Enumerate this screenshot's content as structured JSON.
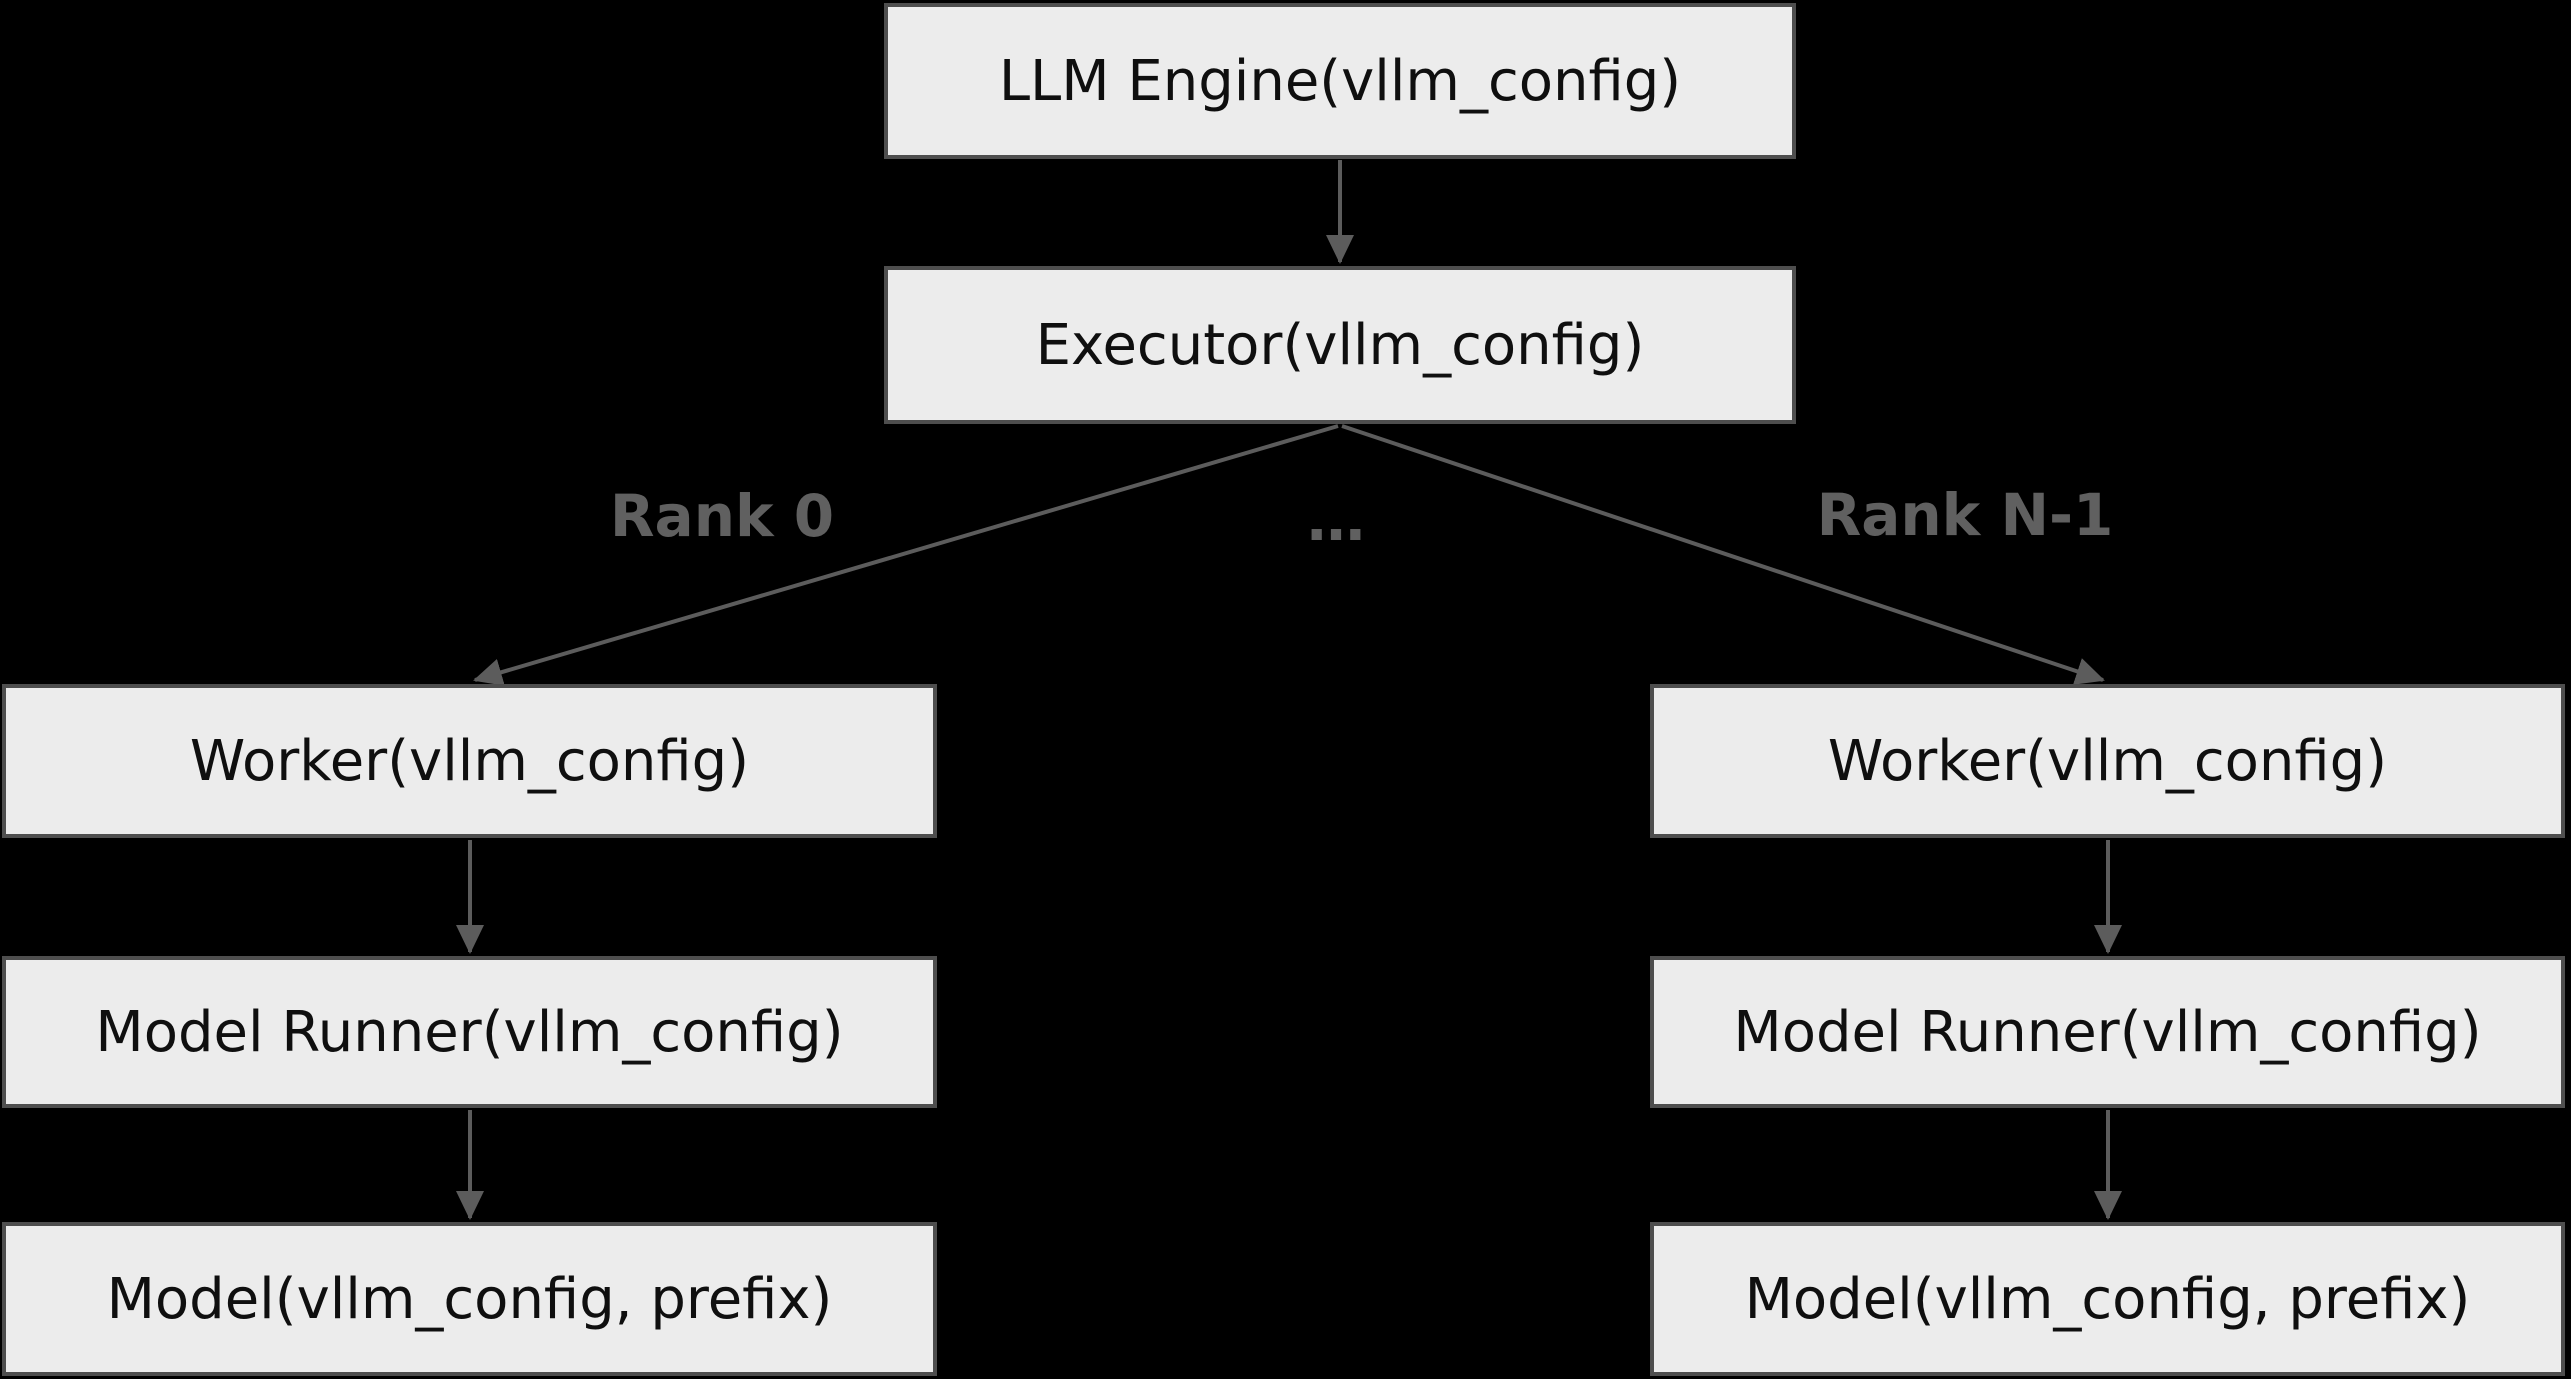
{
  "diagram": {
    "colors": {
      "background": "#000000",
      "node_fill": "#ececec",
      "node_border": "#4e4e4e",
      "node_text": "#0f0f0f",
      "edge": "#5c5c5c",
      "edge_label_text": "#606060"
    },
    "nodes": {
      "llm_engine": "LLM Engine(vllm_config)",
      "executor": "Executor(vllm_config)",
      "worker_left": "Worker(vllm_config)",
      "worker_right": "Worker(vllm_config)",
      "model_runner_left": "Model Runner(vllm_config)",
      "model_runner_right": "Model Runner(vllm_config)",
      "model_left": "Model(vllm_config, prefix)",
      "model_right": "Model(vllm_config, prefix)"
    },
    "edge_labels": {
      "rank0": "Rank 0",
      "ellipsis": "…",
      "rankn": "Rank N-1"
    },
    "edges": [
      {
        "from": "llm_engine",
        "to": "executor",
        "label": ""
      },
      {
        "from": "executor",
        "to": "worker_left",
        "label": "Rank 0"
      },
      {
        "from": "executor",
        "to": "worker_right",
        "label": "Rank N-1"
      },
      {
        "from": "worker_left",
        "to": "model_runner_left",
        "label": ""
      },
      {
        "from": "model_runner_left",
        "to": "model_left",
        "label": ""
      },
      {
        "from": "worker_right",
        "to": "model_runner_right",
        "label": ""
      },
      {
        "from": "model_runner_right",
        "to": "model_right",
        "label": ""
      }
    ]
  }
}
